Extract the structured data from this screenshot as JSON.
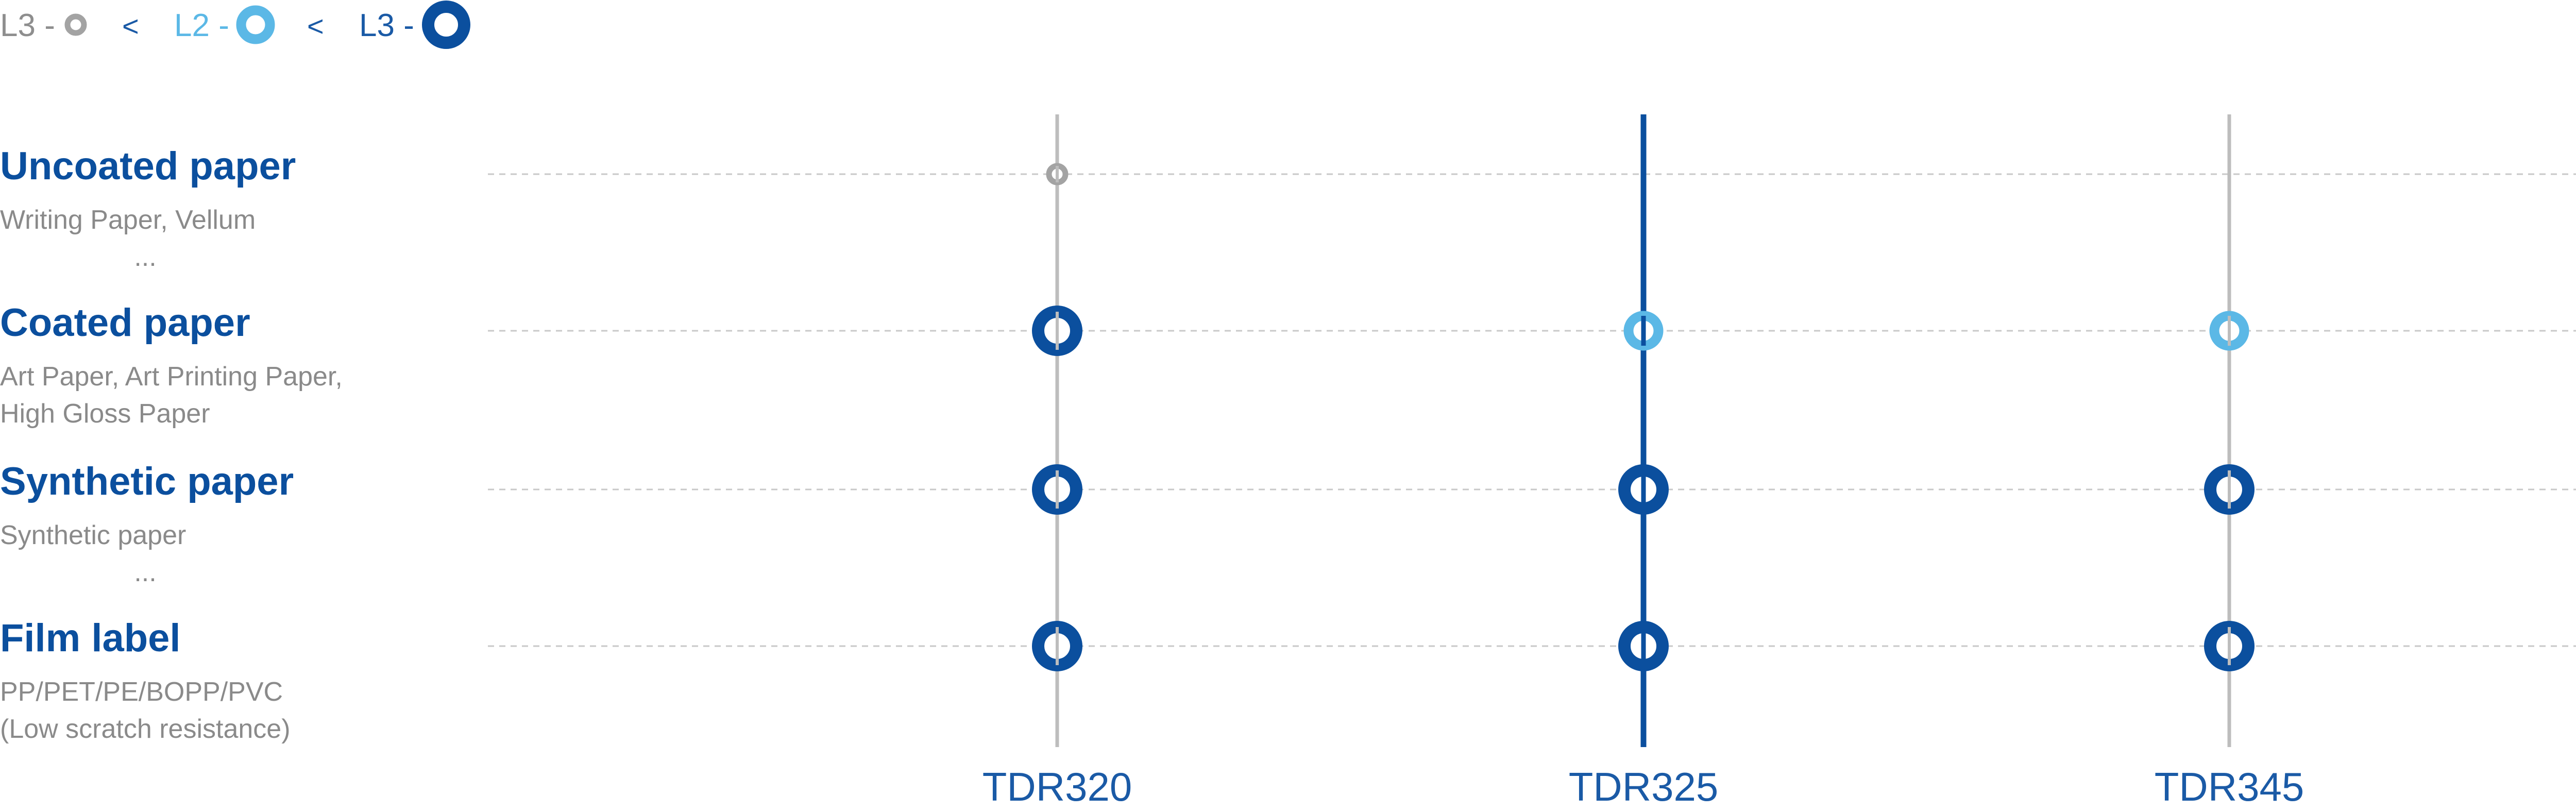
{
  "legend": {
    "items": [
      {
        "label": "L3 -",
        "level": "low"
      },
      {
        "separator": "<"
      },
      {
        "label": "L2 -",
        "level": "mid"
      },
      {
        "separator": "<"
      },
      {
        "label": "L3 -",
        "level": "high"
      }
    ]
  },
  "levels": {
    "low": {
      "color": "#a3a3a3",
      "text_color": "#8e8e8e"
    },
    "mid": {
      "color": "#5bb8e6",
      "text_color": "#5bb8e6"
    },
    "high": {
      "color": "#0b4f9e",
      "text_color": "#1a5aa6"
    }
  },
  "colors": {
    "heading": "#0b4f9e",
    "subtext": "#8a8a8a",
    "product_label": "#1a5aa6",
    "line_default": "#bdbdbd",
    "line_highlight": "#0b4f9e",
    "grid_dashed": "#c8c8c8",
    "separator": "#1a5aa6"
  },
  "products": [
    {
      "name": "TDR320",
      "highlighted": false
    },
    {
      "name": "TDR325",
      "highlighted": true
    },
    {
      "name": "TDR345",
      "highlighted": false
    }
  ],
  "categories": [
    {
      "title": "Uncoated paper",
      "desc": [
        "Writing Paper, Vellum",
        "..."
      ],
      "levels": [
        "low",
        null,
        null
      ]
    },
    {
      "title": "Coated paper",
      "desc": [
        "Art Paper, Art Printing Paper,",
        "High Gloss Paper"
      ],
      "levels": [
        "high",
        "mid",
        "mid"
      ]
    },
    {
      "title": "Synthetic paper",
      "desc": [
        "Synthetic paper",
        "..."
      ],
      "levels": [
        "high",
        "high",
        "high"
      ]
    },
    {
      "title": "Film label",
      "desc": [
        "PP/PET/PE/BOPP/PVC",
        "(Low scratch resistance)"
      ],
      "levels": [
        "high",
        "high",
        "high"
      ]
    }
  ]
}
